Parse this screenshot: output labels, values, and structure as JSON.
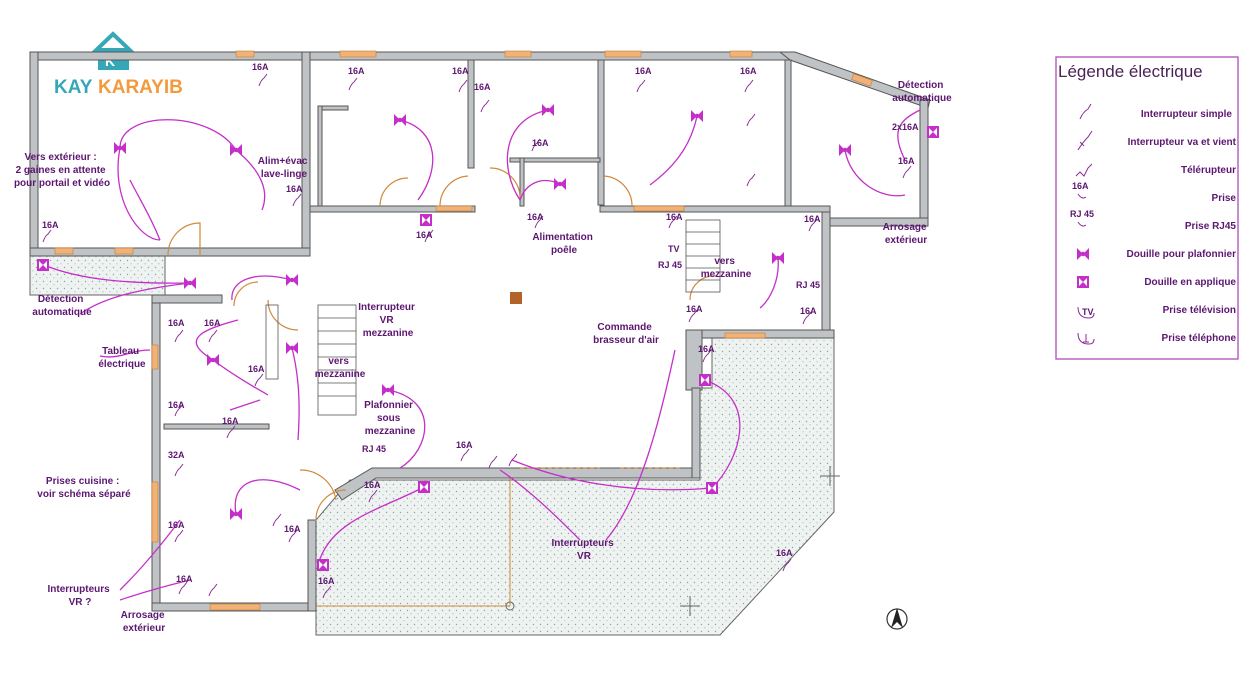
{
  "logo": {
    "text_left": "KAY",
    "text_right": "KARAYIB",
    "colors": {
      "teal": "#35a7b7",
      "orange": "#f39a3d"
    }
  },
  "legend": {
    "title": "Légende électrique",
    "items": [
      {
        "symbol": "switch-icon",
        "label": "Interrupteur simple"
      },
      {
        "symbol": "two-way-switch-icon",
        "label": "Interrupteur va et vient"
      },
      {
        "symbol": "remote-switch-icon",
        "label": "Télérupteur"
      },
      {
        "symbol": "outlet-icon",
        "label": "Prise",
        "tag": "16A"
      },
      {
        "symbol": "rj45-icon",
        "label": "Prise RJ45",
        "tag": "RJ 45"
      },
      {
        "symbol": "ceiling-socket-icon",
        "label": "Douille pour plafonnier"
      },
      {
        "symbol": "wall-socket-icon",
        "label": "Douille en applique"
      },
      {
        "symbol": "tv-outlet-icon",
        "label": "Prise télévision",
        "tag": "TV"
      },
      {
        "symbol": "phone-outlet-icon",
        "label": "Prise téléphone"
      }
    ]
  },
  "plan": {
    "labels": {
      "exterior_conduits": [
        "Vers extérieur :",
        "2 gaines en attente",
        "pour portail et vidéo"
      ],
      "laundry": [
        "Alim+évac",
        "lave-linge"
      ],
      "auto_detect_top": [
        "Détection",
        "automatique"
      ],
      "auto_detect_left": [
        "Détection",
        "automatique"
      ],
      "stove": [
        "Alimentation",
        "poêle"
      ],
      "garden_hose_right": [
        "Arrosage",
        "extérieur"
      ],
      "garden_hose_bottom": [
        "Arrosage",
        "extérieur"
      ],
      "to_mezzanine_stairs": [
        "vers",
        "mezzanine"
      ],
      "to_mezzanine_inner": [
        "vers",
        "mezzanine"
      ],
      "panel": [
        "Tableau",
        "électrique"
      ],
      "vr_switch_mezzanine": [
        "Interrupteur",
        "VR",
        "mezzanine"
      ],
      "ceiling_fan": [
        "Commande",
        "brasseur d'air"
      ],
      "ceiling_under_mezz": [
        "Plafonnier",
        "sous",
        "mezzanine"
      ],
      "kitchen_outlets": [
        "Prises cuisine :",
        "voir schéma séparé"
      ],
      "vr_switches_q": [
        "Interrupteurs",
        "VR ?"
      ],
      "vr_switches": [
        "Interrupteurs",
        "VR"
      ],
      "tv": "TV",
      "rj45_a": "RJ 45",
      "rj45_b": "RJ 45",
      "rj45_c": "RJ 45",
      "double_16a": "2x16A",
      "kitchen_32a": "32A"
    },
    "amp_label": "16A"
  }
}
